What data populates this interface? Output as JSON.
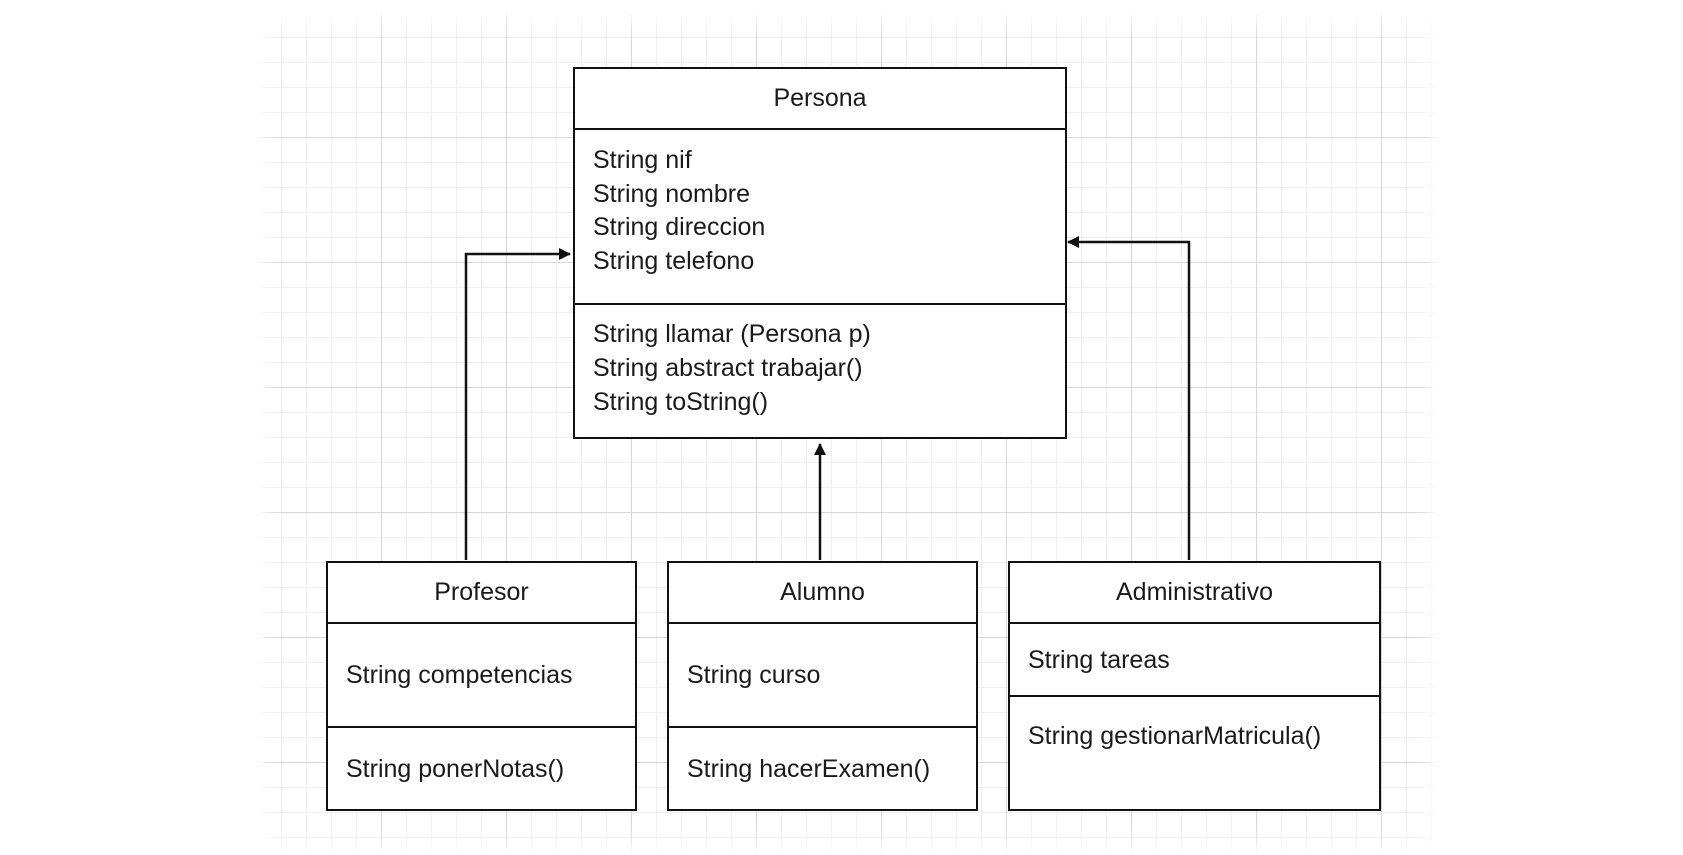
{
  "diagram": {
    "classes": {
      "persona": {
        "name": "Persona",
        "attributes": [
          "String nif",
          "String nombre",
          "String direccion",
          "String telefono"
        ],
        "methods": [
          "String llamar (Persona p)",
          "String abstract trabajar()",
          "String toString()"
        ]
      },
      "profesor": {
        "name": "Profesor",
        "attributes": [
          "String competencias"
        ],
        "methods": [
          "String ponerNotas()"
        ]
      },
      "alumno": {
        "name": "Alumno",
        "attributes": [
          "String curso"
        ],
        "methods": [
          "String hacerExamen()"
        ]
      },
      "administrativo": {
        "name": "Administrativo",
        "attributes": [
          "String tareas"
        ],
        "methods": [
          "String gestionarMatricula()"
        ]
      }
    },
    "relations": [
      {
        "from": "Profesor",
        "to": "Persona",
        "type": "inheritance"
      },
      {
        "from": "Alumno",
        "to": "Persona",
        "type": "inheritance"
      },
      {
        "from": "Administrativo",
        "to": "Persona",
        "type": "inheritance"
      }
    ],
    "colors": {
      "line": "#111111",
      "grid_major": "#d7d7d7",
      "grid_minor": "#eeeeee"
    }
  }
}
